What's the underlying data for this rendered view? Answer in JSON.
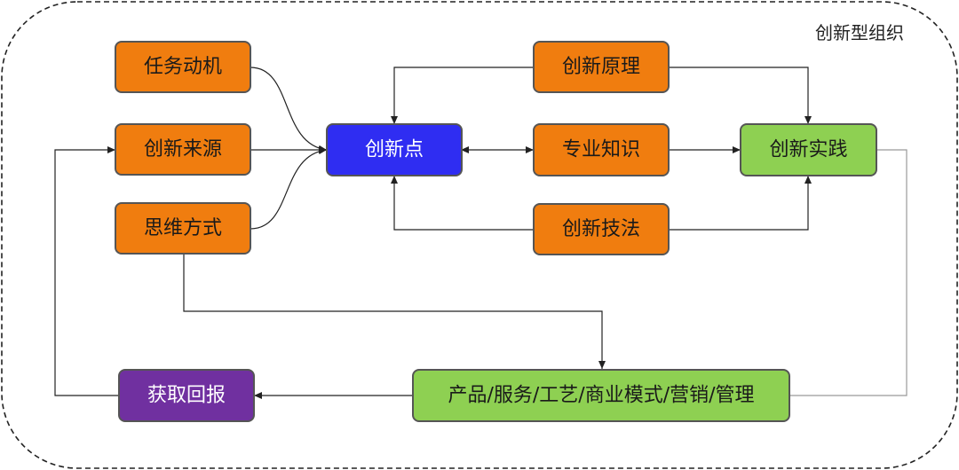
{
  "title": "创新型组织",
  "nodes": {
    "task_motivation": "任务动机",
    "innovation_source": "创新来源",
    "thinking_mode": "思维方式",
    "innovation_point": "创新点",
    "innovation_principle": "创新原理",
    "professional_knowledge": "专业知识",
    "innovation_technique": "创新技法",
    "innovation_practice": "创新实践",
    "outputs": "产品/服务/工艺/商业模式/营销/管理",
    "obtain_return": "获取回报"
  },
  "colors": {
    "orange": "#f07d0f",
    "blue": "#2f2df2",
    "green": "#8ed052",
    "purple": "#7030a0",
    "border": "#555555",
    "line": "#222222",
    "light_line": "#999999"
  }
}
